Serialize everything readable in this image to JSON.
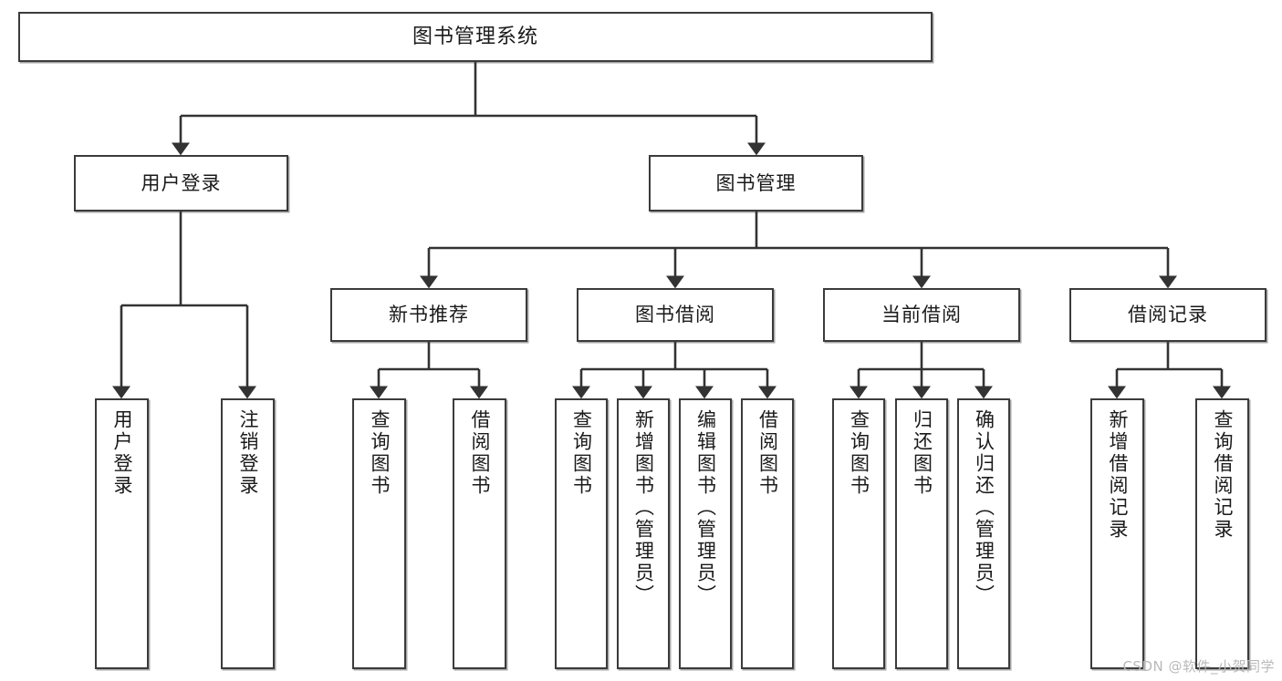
{
  "diagram": {
    "type": "tree",
    "title": "图书管理系统",
    "watermark": "CSDN @软件_小贺同学",
    "colors": {
      "box_border": "#3b3b3b",
      "box_fill": "#ffffff",
      "connector": "#333333",
      "text": "#1a1a1a",
      "watermark": "#b9b9b9",
      "background": "#ffffff"
    },
    "nodes": {
      "root": {
        "label": "图书管理系统"
      },
      "level2": [
        {
          "id": "user-login",
          "label": "用户登录"
        },
        {
          "id": "book-manage",
          "label": "图书管理"
        }
      ],
      "level3": [
        {
          "id": "new-book-recommend",
          "label": "新书推荐"
        },
        {
          "id": "book-borrow",
          "label": "图书借阅"
        },
        {
          "id": "current-borrow",
          "label": "当前借阅"
        },
        {
          "id": "borrow-record",
          "label": "借阅记录"
        }
      ],
      "leaves": {
        "user_login": [
          {
            "id": "leaf-user-login",
            "label": "用户登录"
          },
          {
            "id": "leaf-logout-login",
            "label": "注销登录"
          }
        ],
        "new_book_recommend": [
          {
            "id": "leaf-query-book-1",
            "label": "查询图书"
          },
          {
            "id": "leaf-borrow-book-1",
            "label": "借阅图书"
          }
        ],
        "book_borrow": [
          {
            "id": "leaf-query-book-2",
            "label": "查询图书"
          },
          {
            "id": "leaf-add-book",
            "label": "新增图书（管理员）"
          },
          {
            "id": "leaf-edit-book",
            "label": "编辑图书（管理员）"
          },
          {
            "id": "leaf-borrow-book-2",
            "label": "借阅图书"
          }
        ],
        "current_borrow": [
          {
            "id": "leaf-query-book-3",
            "label": "查询图书"
          },
          {
            "id": "leaf-return-book",
            "label": "归还图书"
          },
          {
            "id": "leaf-confirm-return",
            "label": "确认归还（管理员）"
          }
        ],
        "borrow_record": [
          {
            "id": "leaf-add-borrow-record",
            "label": "新增借阅记录"
          },
          {
            "id": "leaf-query-borrow-record",
            "label": "查询借阅记录"
          }
        ]
      }
    }
  }
}
